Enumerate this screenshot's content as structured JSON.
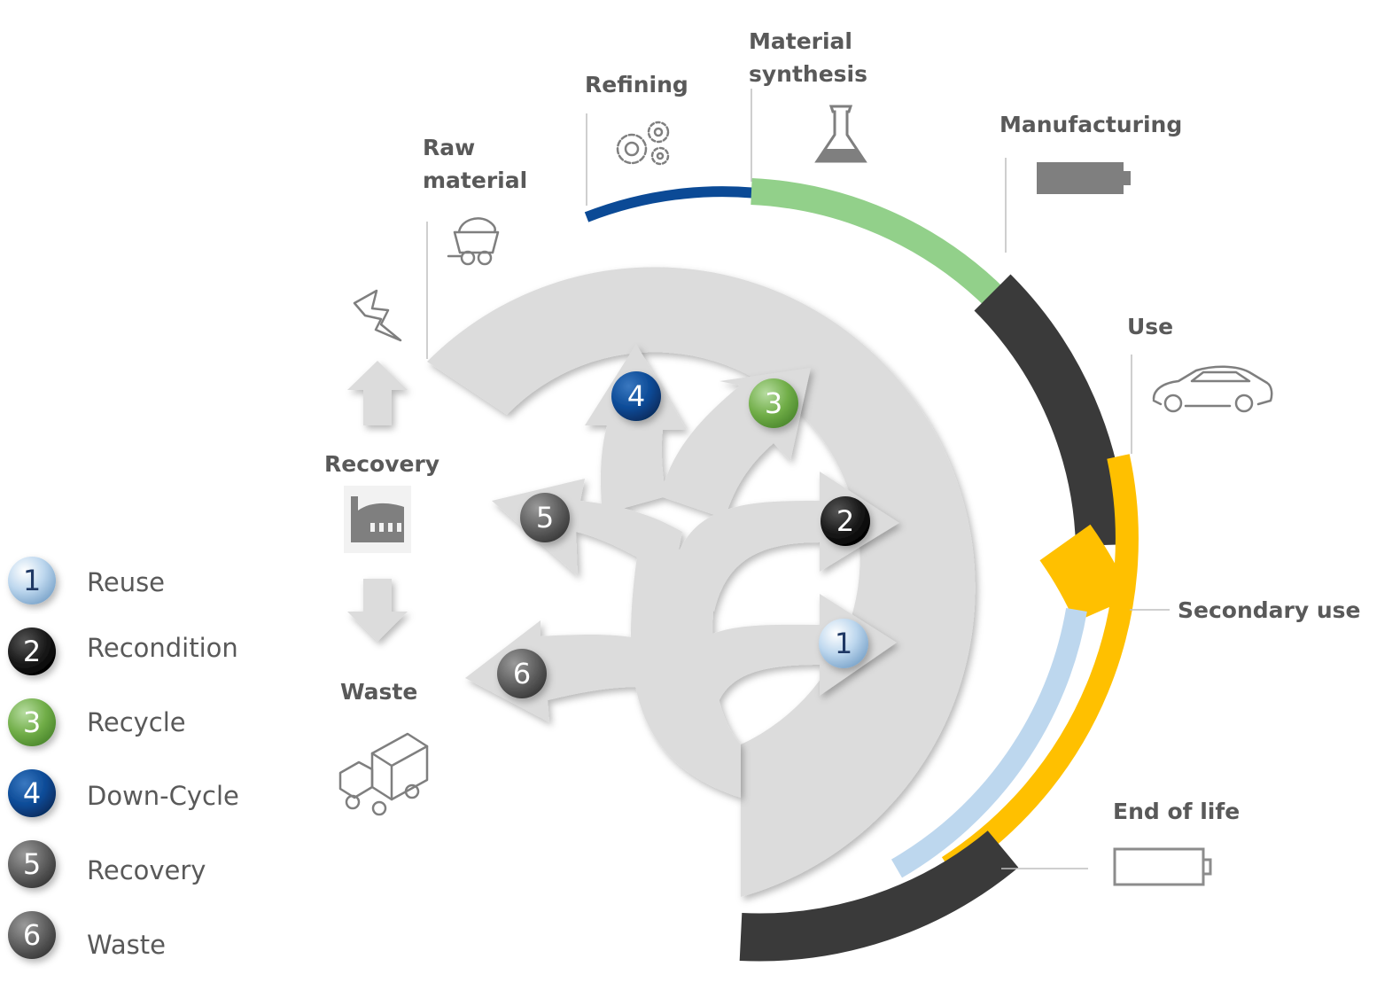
{
  "stages": {
    "raw_material": [
      "Raw",
      "material"
    ],
    "refining": "Refining",
    "material_synthesis": [
      "Material",
      "synthesis"
    ],
    "manufacturing": "Manufacturing",
    "use": "Use",
    "secondary_use": "Secondary use",
    "end_of_life": "End of life",
    "recovery": "Recovery",
    "waste": "Waste"
  },
  "badges": [
    "1",
    "2",
    "3",
    "4",
    "5",
    "6"
  ],
  "legend": [
    {
      "num": "1",
      "label": "Reuse",
      "color": "#bdd7ee"
    },
    {
      "num": "2",
      "label": "Recondition",
      "color": "#262626"
    },
    {
      "num": "3",
      "label": "Recycle",
      "color": "#70ad47"
    },
    {
      "num": "4",
      "label": "Down-Cycle",
      "color": "#0b4a96"
    },
    {
      "num": "5",
      "label": "Recovery",
      "color": "#595959"
    },
    {
      "num": "6",
      "label": "Waste",
      "color": "#595959"
    }
  ],
  "colors": {
    "ring": "#dcdcdc",
    "refining": "#0b4a96",
    "synthesis": "#92d08a",
    "manufacturing": "#3a3a3a",
    "use": "#ffc000",
    "reuse": "#bdd7ee",
    "end_of_life": "#3a3a3a"
  }
}
